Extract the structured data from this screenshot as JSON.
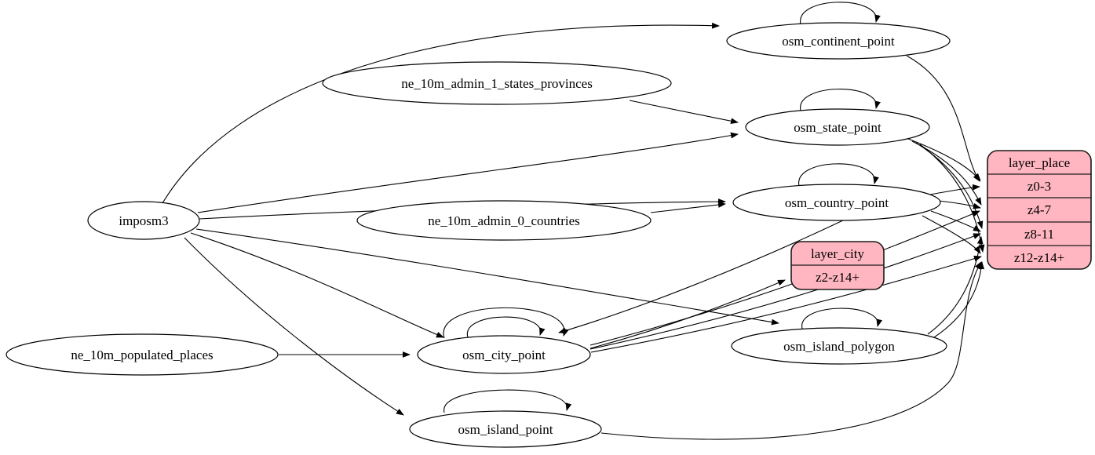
{
  "diagram": {
    "kind": "etl-mapping-graph",
    "background_color": "#ffffff",
    "node_fill_color": "#ffffff",
    "layer_fill_color": "#ffb6c1",
    "edge_color": "#000000"
  },
  "nodes": {
    "imposm3": {
      "label": "imposm3"
    },
    "ne_10m_admin_1_states_provinces": {
      "label": "ne_10m_admin_1_states_provinces"
    },
    "ne_10m_admin_0_countries": {
      "label": "ne_10m_admin_0_countries"
    },
    "ne_10m_populated_places": {
      "label": "ne_10m_populated_places"
    },
    "osm_continent_point": {
      "label": "osm_continent_point"
    },
    "osm_state_point": {
      "label": "osm_state_point"
    },
    "osm_country_point": {
      "label": "osm_country_point"
    },
    "osm_city_point": {
      "label": "osm_city_point"
    },
    "osm_island_polygon": {
      "label": "osm_island_polygon"
    },
    "osm_island_point": {
      "label": "osm_island_point"
    }
  },
  "records": {
    "layer_city": {
      "title": "layer_city",
      "rows": [
        "z2-z14+"
      ]
    },
    "layer_place": {
      "title": "layer_place",
      "rows": [
        "z0-3",
        "z4-7",
        "z8-11",
        "z12-z14+"
      ]
    }
  },
  "edges": [
    {
      "from": "imposm3",
      "to": "osm_continent_point"
    },
    {
      "from": "imposm3",
      "to": "osm_state_point"
    },
    {
      "from": "imposm3",
      "to": "osm_country_point"
    },
    {
      "from": "imposm3",
      "to": "osm_city_point"
    },
    {
      "from": "imposm3",
      "to": "osm_island_polygon"
    },
    {
      "from": "imposm3",
      "to": "osm_island_point"
    },
    {
      "from": "ne_10m_admin_1_states_provinces",
      "to": "osm_state_point"
    },
    {
      "from": "ne_10m_admin_0_countries",
      "to": "osm_country_point"
    },
    {
      "from": "ne_10m_populated_places",
      "to": "osm_city_point"
    },
    {
      "from": "osm_continent_point",
      "to": "osm_continent_point"
    },
    {
      "from": "osm_state_point",
      "to": "osm_state_point"
    },
    {
      "from": "osm_country_point",
      "to": "osm_country_point"
    },
    {
      "from": "osm_city_point",
      "to": "osm_city_point"
    },
    {
      "from": "osm_city_point",
      "to": "osm_city_point"
    },
    {
      "from": "osm_island_polygon",
      "to": "osm_island_polygon"
    },
    {
      "from": "osm_island_point",
      "to": "osm_island_point"
    },
    {
      "from": "osm_continent_point",
      "to": "layer_place",
      "to_row": "z0-3"
    },
    {
      "from": "osm_state_point",
      "to": "layer_place",
      "to_row": "z0-3"
    },
    {
      "from": "osm_state_point",
      "to": "layer_place",
      "to_row": "z4-7"
    },
    {
      "from": "osm_state_point",
      "to": "layer_place",
      "to_row": "z8-11"
    },
    {
      "from": "osm_state_point",
      "to": "layer_place",
      "to_row": "z12-z14+"
    },
    {
      "from": "osm_country_point",
      "to": "layer_place",
      "to_row": "z0-3"
    },
    {
      "from": "osm_country_point",
      "to": "layer_place",
      "to_row": "z4-7"
    },
    {
      "from": "osm_country_point",
      "to": "layer_place",
      "to_row": "z8-11"
    },
    {
      "from": "osm_country_point",
      "to": "layer_place",
      "to_row": "z12-z14+"
    },
    {
      "from": "osm_country_point",
      "to": "osm_city_point"
    },
    {
      "from": "osm_city_point",
      "to": "layer_city",
      "to_row": "z2-z14+"
    },
    {
      "from": "osm_city_point",
      "to": "layer_place",
      "to_row": "z4-7"
    },
    {
      "from": "osm_city_point",
      "to": "layer_place",
      "to_row": "z8-11"
    },
    {
      "from": "osm_city_point",
      "to": "layer_place",
      "to_row": "z12-z14+"
    },
    {
      "from": "osm_island_polygon",
      "to": "layer_place",
      "to_row": "z8-11"
    },
    {
      "from": "osm_island_polygon",
      "to": "layer_place",
      "to_row": "z12-z14+"
    },
    {
      "from": "osm_island_point",
      "to": "layer_place",
      "to_row": "z12-z14+"
    }
  ]
}
